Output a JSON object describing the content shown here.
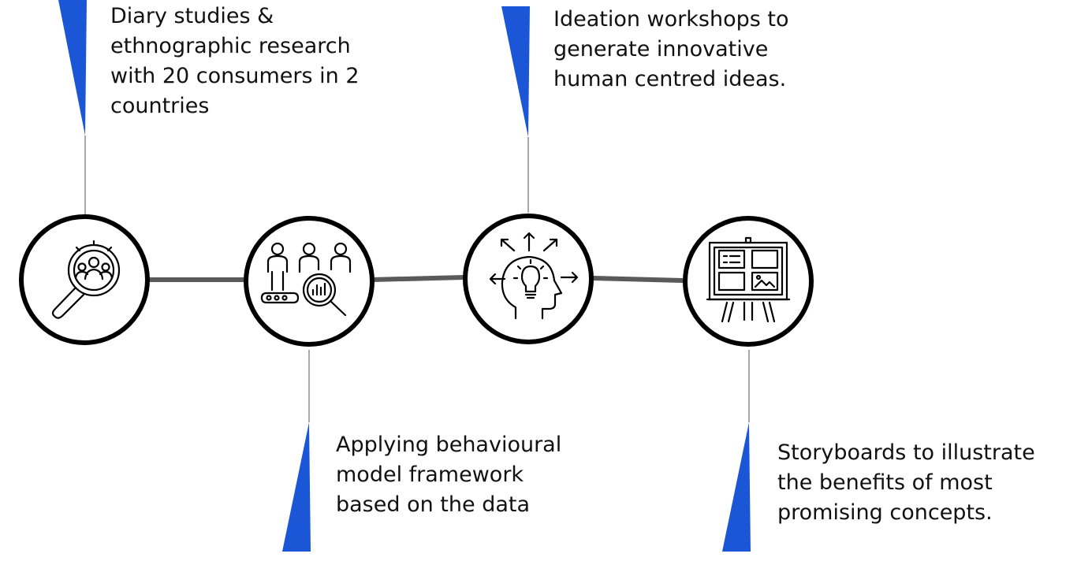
{
  "colors": {
    "accent": "#1a56d6",
    "stroke": "#000000",
    "connector": "#5a5a5a",
    "text": "#111111"
  },
  "steps": [
    {
      "icon": "magnifier-people-icon",
      "lines": [
        "Diary studies &",
        "ethnographic research",
        "with 20 consumers in 2",
        "countries"
      ]
    },
    {
      "icon": "people-analysis-icon",
      "lines": [
        "Applying behavioural",
        "model framework",
        "based on the data"
      ]
    },
    {
      "icon": "head-lightbulb-icon",
      "lines": [
        "Ideation workshops to",
        "generate innovative",
        "human centred ideas."
      ]
    },
    {
      "icon": "storyboard-easel-icon",
      "lines": [
        "Storyboards to illustrate",
        "the benefits of most",
        "promising concepts."
      ]
    }
  ]
}
